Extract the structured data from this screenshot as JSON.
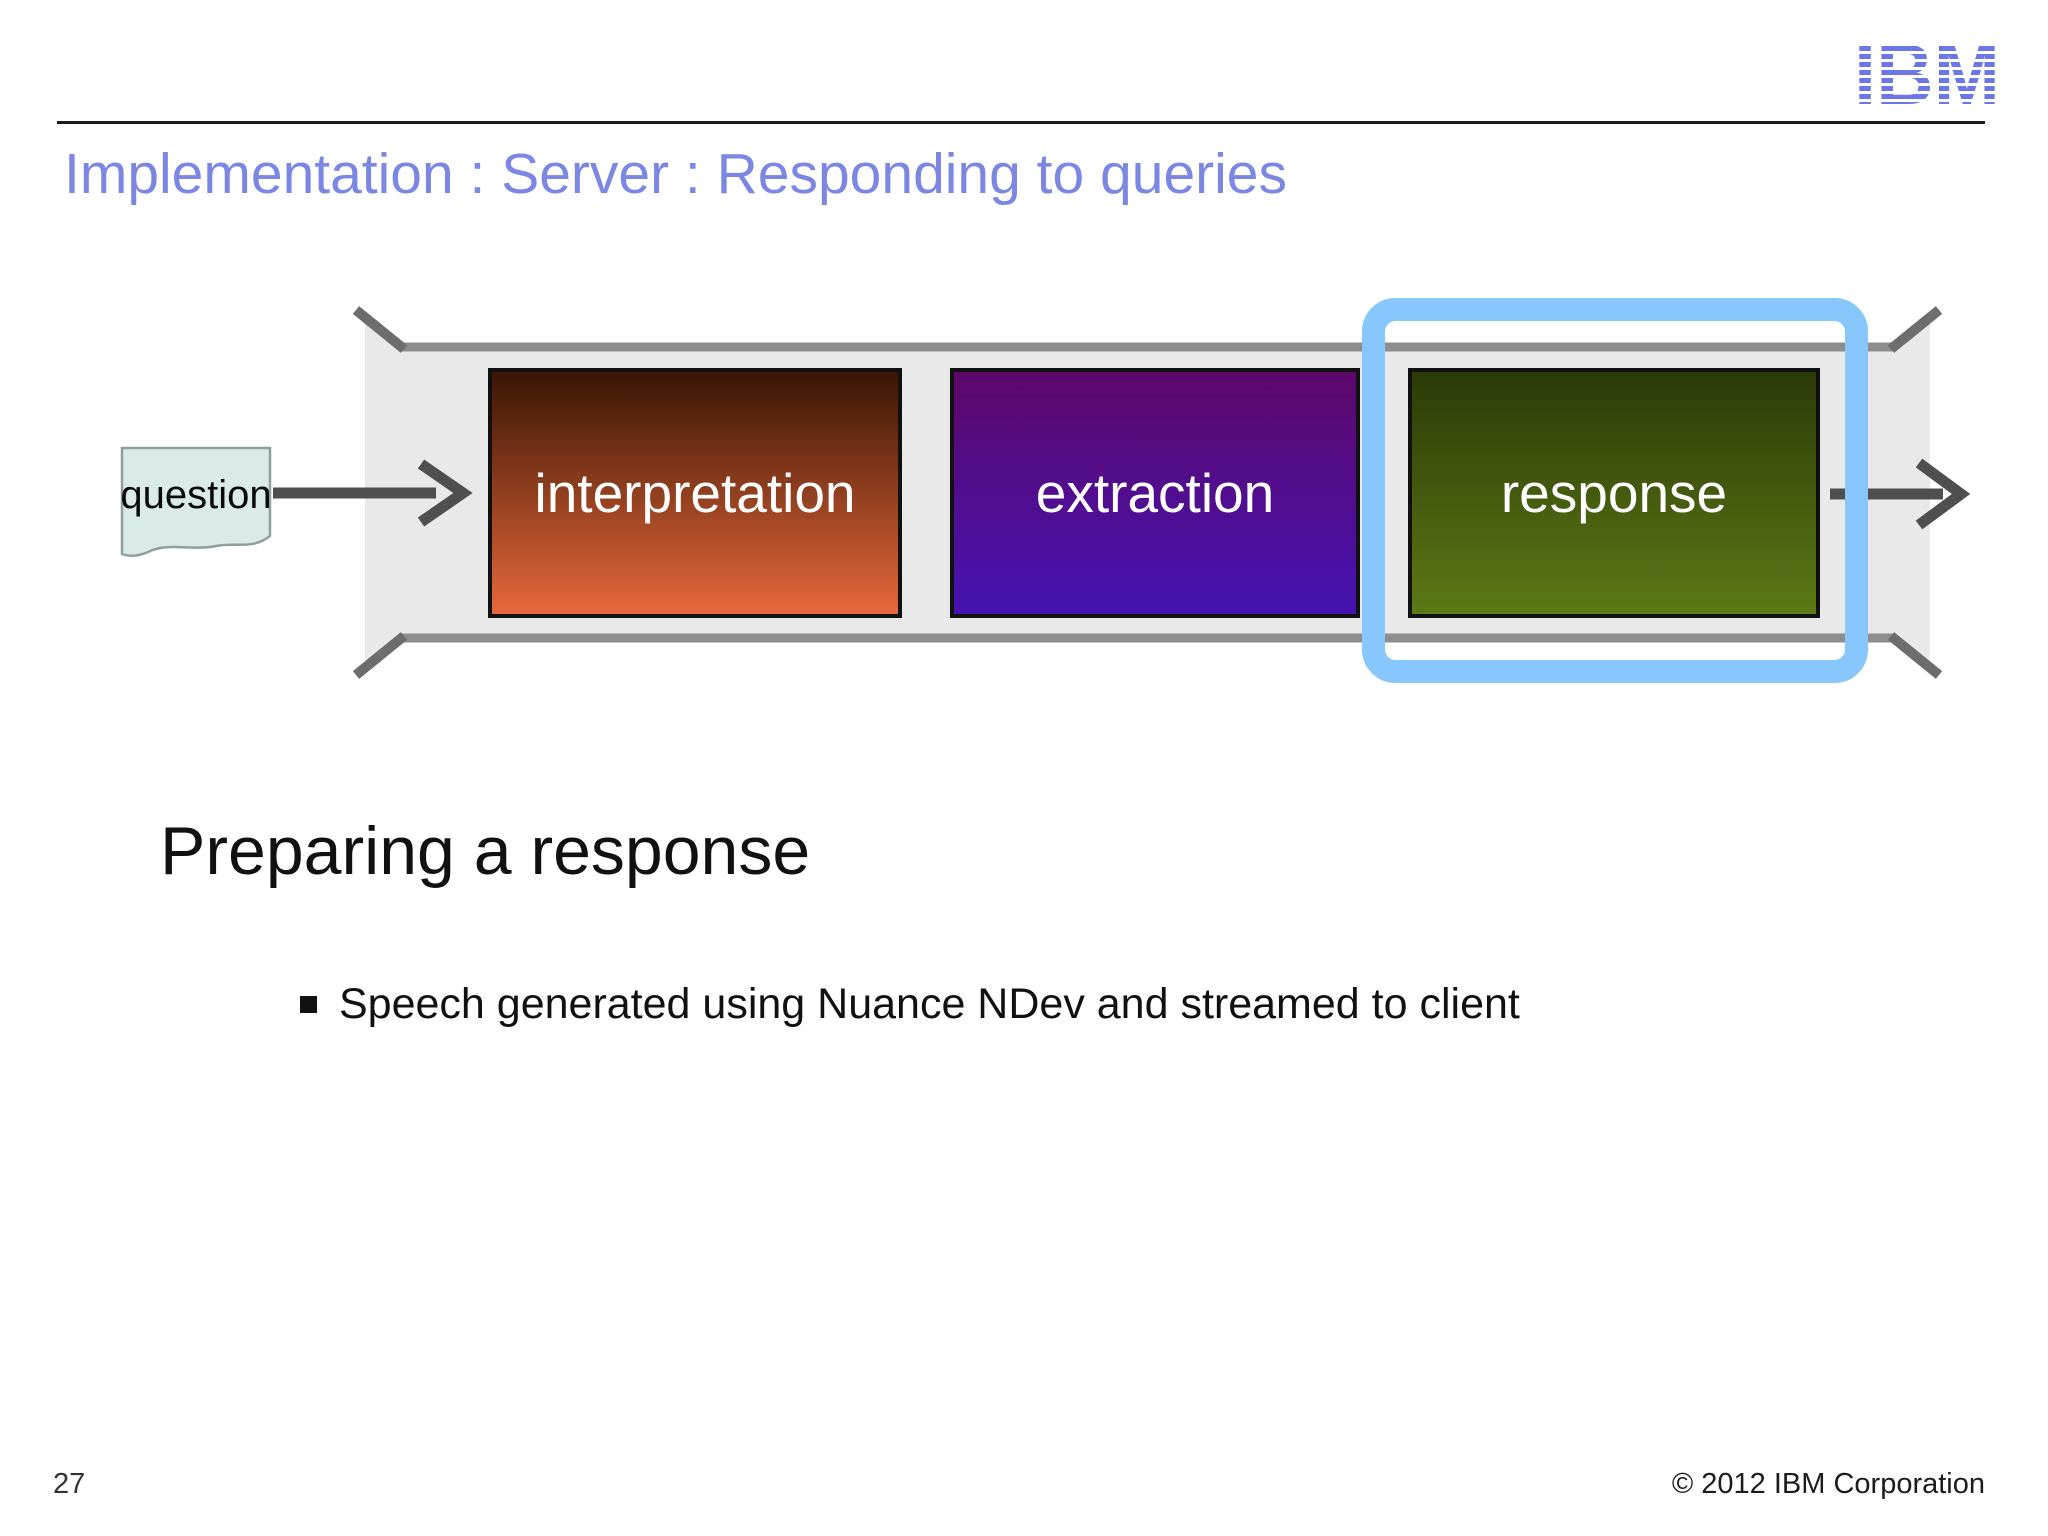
{
  "header": {
    "title": "Implementation : Server : Responding to queries",
    "title_color": "#7c87e4",
    "logo": {
      "text": "IBM",
      "color": "#6b77e4"
    }
  },
  "diagram": {
    "band_fill": "#e9e9e9",
    "band_edge_color": "#8d8d8d",
    "arrow_color": "#4f4f4f",
    "input": {
      "label": "question",
      "fill": "#d9eae9",
      "border": "#8f9f9f"
    },
    "stages": [
      {
        "label": "interpretation",
        "gradient_top": "#3a1505",
        "gradient_bottom": "#e7693a",
        "highlighted": false
      },
      {
        "label": "extraction",
        "gradient_top": "#5d0769",
        "gradient_bottom": "#4513b2",
        "highlighted": false
      },
      {
        "label": "response",
        "gradient_top": "#2c3a06",
        "gradient_bottom": "#5c7a16",
        "highlighted": true
      }
    ],
    "highlight_color": "#87c7fb"
  },
  "content": {
    "heading": "Preparing a response",
    "bullets": [
      "Speech generated using Nuance NDev and streamed to client"
    ]
  },
  "footer": {
    "page_number": "27",
    "copyright": "© 2012 IBM Corporation"
  }
}
